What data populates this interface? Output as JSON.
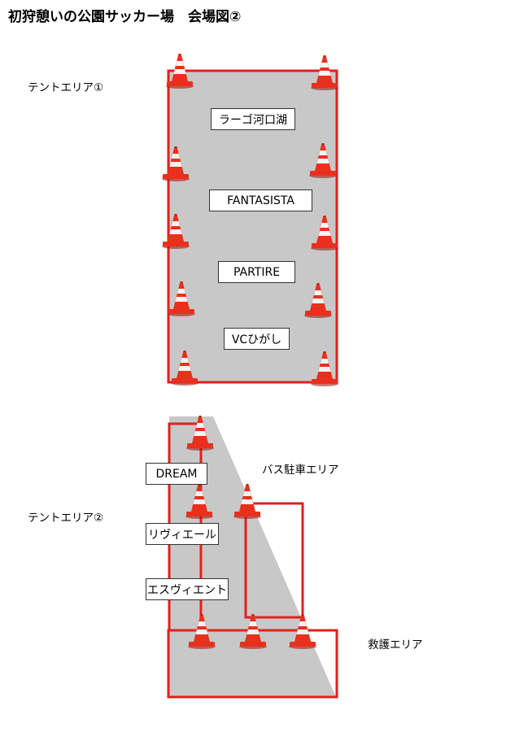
{
  "title": "初狩憩いの公園サッカー場　会場図②",
  "labels": {
    "tent_area_1": "テントエリア①",
    "tent_area_2": "テントエリア②",
    "bus_parking": "バス駐車エリア",
    "first_aid": "救護エリア"
  },
  "teams_area_1": [
    "ラーゴ河口湖",
    "FANTASISTA",
    "PARTIRE",
    "VCひがし"
  ],
  "teams_area_2": [
    "DREAM",
    "リヴィエール",
    "エスヴィエント"
  ],
  "colors": {
    "field_gray": "#c8c8c8",
    "border_red": "#e02020",
    "cone_red": "#e8301c",
    "cone_stripe": "#f4f4f4"
  },
  "icons": {
    "cone": "traffic-cone-icon"
  }
}
